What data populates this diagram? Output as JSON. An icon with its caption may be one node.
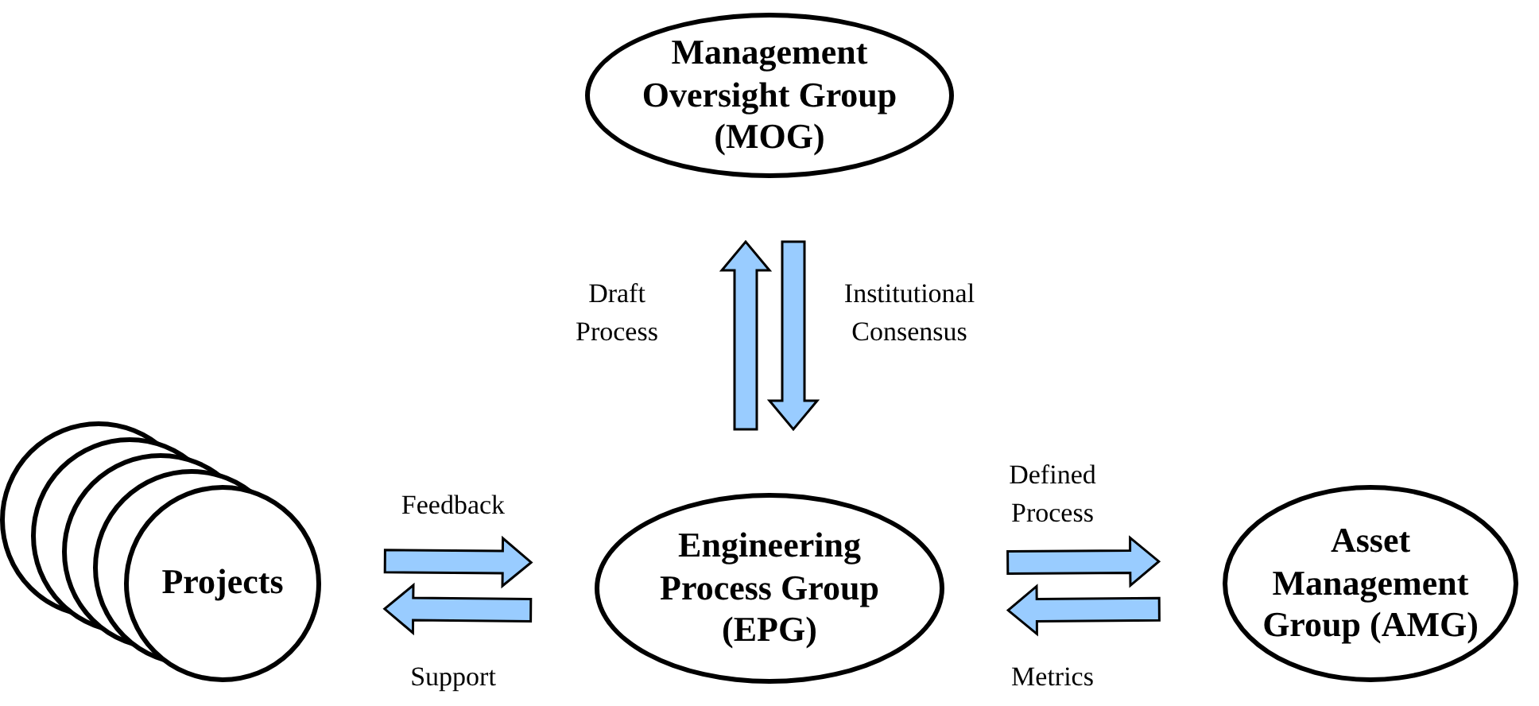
{
  "diagram": {
    "nodes": [
      {
        "text": [
          "Management Oversight Group (MOG)"
        ]
      },
      {
        "text": [
          "Projects"
        ]
      },
      {
        "text": [
          "Engineering Process Group (EPG)"
        ]
      },
      {
        "text": [
          "Asset Management Group (AMG)"
        ]
      }
    ],
    "edges": [
      {
        "from": 2,
        "to": 0,
        "arrow": "to",
        "label": "Draft Process"
      },
      {
        "from": 0,
        "to": 2,
        "arrow": "to",
        "label": "Institutional Consensus"
      },
      {
        "from": 1,
        "to": 2,
        "arrow": "to",
        "label": "Feedback"
      },
      {
        "from": 2,
        "to": 1,
        "arrow": "to",
        "label": "Support"
      },
      {
        "from": 2,
        "to": 3,
        "arrow": "to",
        "label": "Defined Process"
      },
      {
        "from": 3,
        "to": 2,
        "arrow": "to",
        "label": "Metrics"
      }
    ]
  }
}
